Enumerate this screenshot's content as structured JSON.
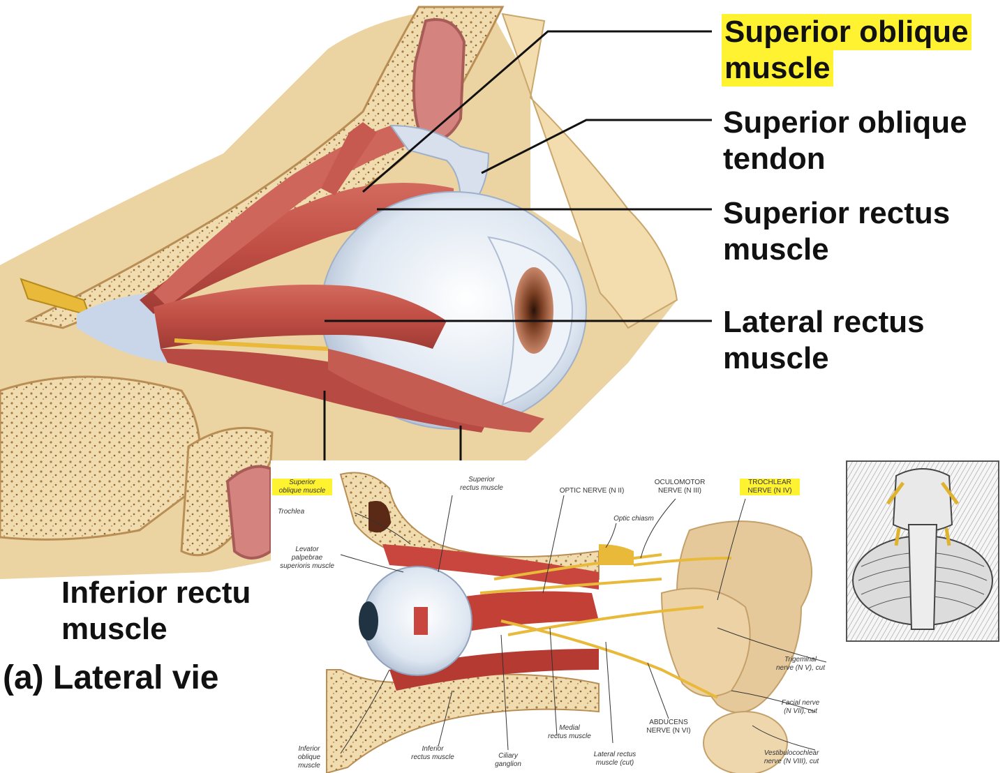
{
  "main_labels": [
    {
      "lines": [
        "Superior oblique",
        "muscle"
      ],
      "highlighted": true
    },
    {
      "lines": [
        "Superior oblique",
        "tendon"
      ],
      "highlighted": false
    },
    {
      "lines": [
        "Superior rectus",
        "muscle"
      ],
      "highlighted": false
    },
    {
      "lines": [
        "Lateral rectus",
        "muscle"
      ],
      "highlighted": false
    },
    {
      "lines": [
        "Inferior rectu",
        "muscle"
      ],
      "highlighted": false
    }
  ],
  "caption": "(a) Lateral vie",
  "inset_labels": {
    "superior_oblique": [
      "Superior",
      "oblique muscle"
    ],
    "trochlea": "Trochlea",
    "levator": [
      "Levator",
      "palpebrae",
      "superioris muscle"
    ],
    "superior_rectus": [
      "Superior",
      "rectus muscle"
    ],
    "optic_nerve": "OPTIC NERVE (N II)",
    "oculomotor": [
      "OCULOMOTOR",
      "NERVE (N III)"
    ],
    "trochlear": [
      "TROCHLEAR",
      "NERVE (N IV)"
    ],
    "optic_chiasm": "Optic chiasm",
    "trigeminal": [
      "Trigeminal",
      "nerve (N V), cut"
    ],
    "facial": [
      "Facial nerve",
      "(N VII), cut"
    ],
    "vestibulocochlear": [
      "Vestibulocochlear",
      "nerve (N VIII), cut"
    ],
    "abducens": [
      "ABDUCENS",
      "NERVE (N VI)"
    ],
    "inferior_oblique": [
      "Inferior",
      "oblique",
      "muscle"
    ],
    "inferior_rectus": [
      "Inferior",
      "rectus muscle"
    ],
    "ciliary": [
      "Ciliary",
      "ganglion"
    ],
    "medial_rectus": [
      "Medial",
      "rectus muscle"
    ],
    "lateral_rectus_cut": [
      "Lateral rectus",
      "muscle (cut)"
    ]
  },
  "colors": {
    "highlight": "#fff230",
    "muscle": "#c4574f",
    "bone": "#e9c98f",
    "eyeball": "#dfe8f2",
    "nerve": "#e9b93a"
  }
}
